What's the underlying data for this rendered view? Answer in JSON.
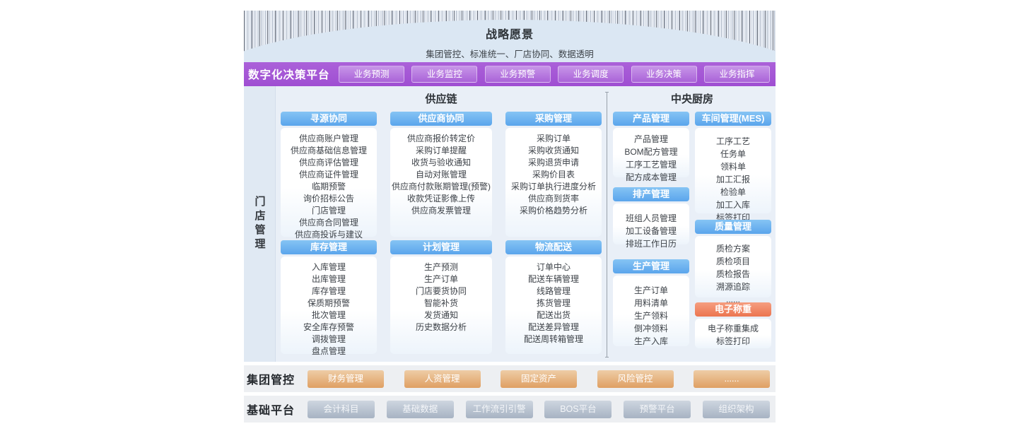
{
  "colors": {
    "decision_bar_purple": "#a55ad6",
    "decision_button_purple": "#b878e0",
    "module_header_blue": "#5ea7ec",
    "weighing_header_orange": "#ee7f5c",
    "group_button_orange": "#e2a76f",
    "base_button_gray": "#aeb9c8",
    "main_background": "#e9eff7",
    "banner_arch": "#dbe7f3"
  },
  "banner": {
    "title": "战略愿景",
    "subtitle": "集团管控、标准统一、厂店协同、数据透明"
  },
  "decision_platform": {
    "label": "数字化决策平台",
    "buttons": [
      "业务预测",
      "业务监控",
      "业务预警",
      "业务调度",
      "业务决策",
      "业务指挥"
    ]
  },
  "store_management": {
    "label": "门店管理"
  },
  "supply_chain": {
    "title": "供应链",
    "modules": [
      {
        "name": "寻源协同",
        "items": [
          "供应商账户管理",
          "供应商基础信息管理",
          "供应商评估管理",
          "供应商证件管理",
          "临期预警",
          "询价招标公告",
          "门店管理",
          "供应商合同管理",
          "供应商投诉与建议"
        ]
      },
      {
        "name": "供应商协同",
        "items": [
          "供应商报价转定价",
          "采购订单提醒",
          "收货与验收通知",
          "自动对账管理",
          "供应商付款账期管理(预警)",
          "收款凭证影像上传",
          "供应商发票管理"
        ]
      },
      {
        "name": "采购管理",
        "items": [
          "采购订单",
          "采购收货通知",
          "采购退货申请",
          "采购价目表",
          "采购订单执行进度分析",
          "供应商到货率",
          "采购价格趋势分析"
        ]
      },
      {
        "name": "库存管理",
        "items": [
          "入库管理",
          "出库管理",
          "库存管理",
          "保质期预警",
          "批次管理",
          "安全库存预警",
          "调拨管理",
          "盘点管理"
        ]
      },
      {
        "name": "计划管理",
        "items": [
          "生产预测",
          "生产订单",
          "门店要货协同",
          "智能补货",
          "发货通知",
          "历史数据分析"
        ]
      },
      {
        "name": "物流配送",
        "items": [
          "订单中心",
          "配送车辆管理",
          "线路管理",
          "拣货管理",
          "配送出货",
          "配送差异管理",
          "配送周转箱管理"
        ]
      }
    ]
  },
  "central_kitchen": {
    "title": "中央厨房",
    "left_modules": [
      {
        "name": "产品管理",
        "items": [
          "产品管理",
          "BOM配方管理",
          "工序工艺管理",
          "配方成本管理"
        ]
      },
      {
        "name": "排产管理",
        "items": [
          "班组人员管理",
          "加工设备管理",
          "排班工作日历"
        ]
      },
      {
        "name": "生产管理",
        "items": [
          "生产订单",
          "用料清单",
          "生产领料",
          "倒冲领料",
          "生产入库"
        ]
      }
    ],
    "right_modules": [
      {
        "name": "车间管理(MES)",
        "items": [
          "工序工艺",
          "任务单",
          "领料单",
          "加工汇报",
          "检验单",
          "加工入库",
          "标签打印"
        ]
      },
      {
        "name": "质量管理",
        "items": [
          "质检方案",
          "质检项目",
          "质检报告",
          "溯源追踪",
          "......"
        ]
      },
      {
        "name": "电子称重",
        "items": [
          "电子称重集成",
          "标签打印"
        ]
      }
    ]
  },
  "group_control": {
    "label": "集团管控",
    "buttons": [
      "财务管理",
      "人资管理",
      "固定资产",
      "风险管控",
      "......"
    ]
  },
  "base_platform": {
    "label": "基础平台",
    "buttons": [
      "会计科目",
      "基础数据",
      "工作流引引警",
      "BOS平台",
      "预警平台",
      "组织架构"
    ]
  }
}
